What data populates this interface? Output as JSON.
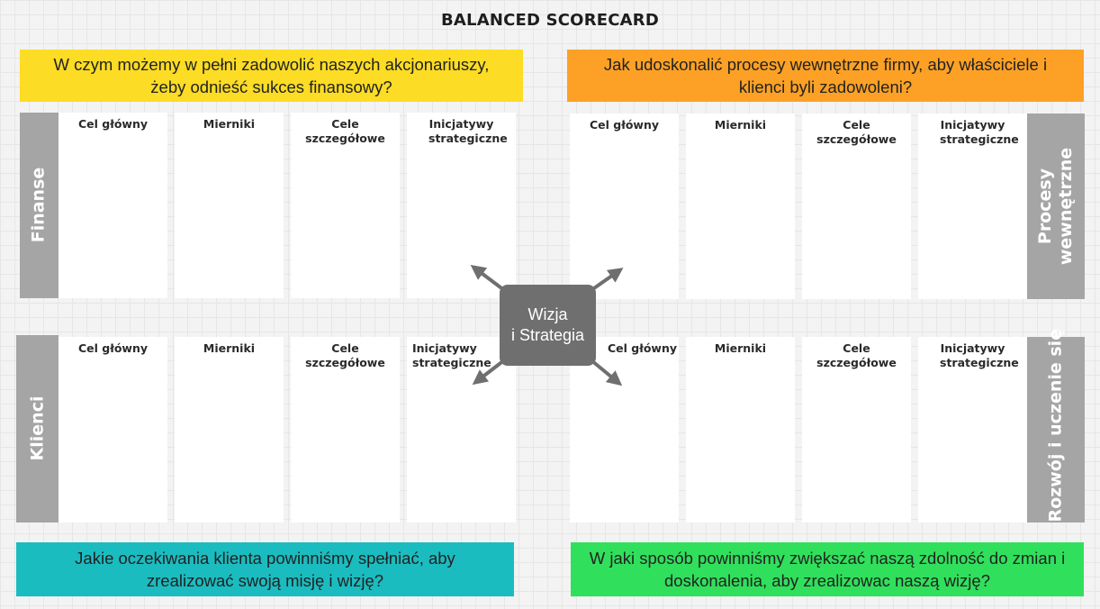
{
  "title": "BALANCED SCORECARD",
  "questions": {
    "finance": "W czym możemy w pełni zadowolić naszych akcjonariuszy, żeby odnieść sukces finansowy?",
    "processes": "Jak udoskonalić procesy wewnętrzne firmy, aby właściciele i klienci byli zadowoleni?",
    "clients": "Jakie oczekiwania klienta powinniśmy spełniać, aby zrealizować swoją misję i wizję?",
    "growth": "W jaki sposób powinniśmy zwiększać naszą zdolność do zmian i doskonalenia, aby zrealizowac naszą wizję?"
  },
  "perspectives": {
    "finance": "Finanse",
    "processes_line1": "Procesy",
    "processes_line2": "wewnętrzne",
    "clients": "Klienci",
    "growth": "Rozwój i uczenie się"
  },
  "columns": [
    "Cel główny",
    "Mierniki",
    "Cele szczegółowe",
    "Inicjatywy strategiczne"
  ],
  "center": {
    "line1": "Wizja",
    "line2": "i Strategia"
  },
  "colors": {
    "yellow": "#fcdc24",
    "orange": "#fca125",
    "teal": "#1bbcc0",
    "green": "#30e05c",
    "bar_gray": "#a5a5a5",
    "center_gray": "#6f6f6f"
  }
}
